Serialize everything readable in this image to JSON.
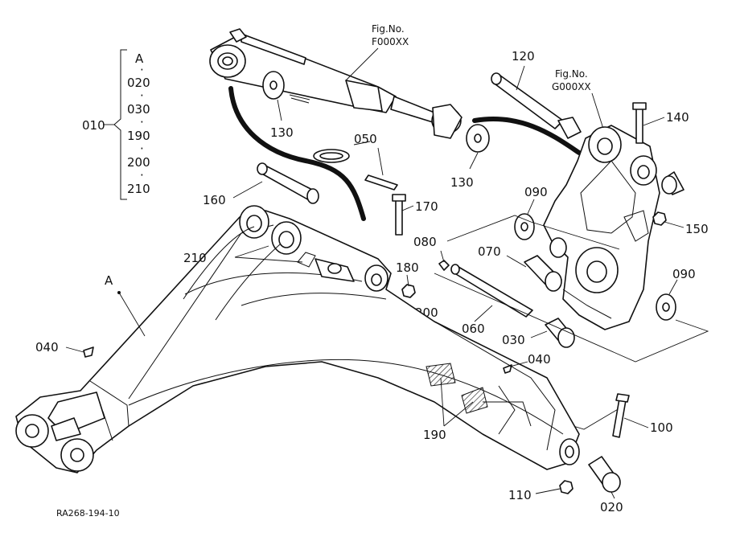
{
  "labels": {
    "group_A": "A",
    "g020": "020",
    "g030": "030",
    "g190": "190",
    "g200": "200",
    "g210": "210",
    "p010": "010",
    "fig1_line1": "Fig.No.",
    "fig1_line2": "F000XX",
    "fig2_line1": "Fig.No.",
    "fig2_line2": "G000XX",
    "p120": "120",
    "p140": "140",
    "p130a": "130",
    "p130b": "130",
    "p050": "050",
    "p160": "160",
    "p170": "170",
    "p090a": "090",
    "p150": "150",
    "p080": "080",
    "p070": "070",
    "p210": "210",
    "p180": "180",
    "pA": "A",
    "p090b": "090",
    "p200": "200",
    "p060": "060",
    "p030": "030",
    "p040a": "040",
    "p040b": "040",
    "p100": "100",
    "p190": "190",
    "p110": "110",
    "p020": "020",
    "drawing_code": "RA268-194-10"
  }
}
